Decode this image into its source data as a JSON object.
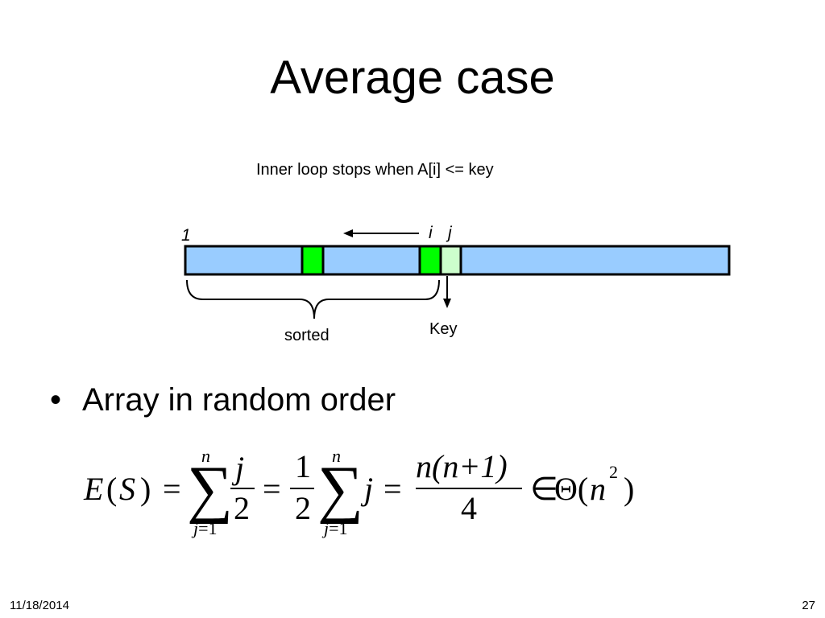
{
  "slide": {
    "title": "Average case",
    "caption": "Inner loop stops when A[i] <= key",
    "bullet": "Array in random order",
    "date": "11/18/2014",
    "page": "27"
  },
  "diagram": {
    "label_one": "1",
    "label_i": "i",
    "label_j": "j",
    "label_key": "Key",
    "label_sorted": "sorted",
    "colors": {
      "array": "#99ccff",
      "marked": "#00ff00",
      "key_cell": "#ccffcc",
      "stroke": "#000000"
    }
  },
  "formula": {
    "E": "E",
    "lparen": "(",
    "S": "S",
    "rparen": ")",
    "eq": "=",
    "sigma": "∑",
    "n": "n",
    "j": "j",
    "two": "2",
    "one": "1",
    "sub_eq": "=",
    "num_text": "n(n+1)",
    "four": "4",
    "in": "∈",
    "theta": "Θ(",
    "sq": "2",
    "close": ")"
  }
}
